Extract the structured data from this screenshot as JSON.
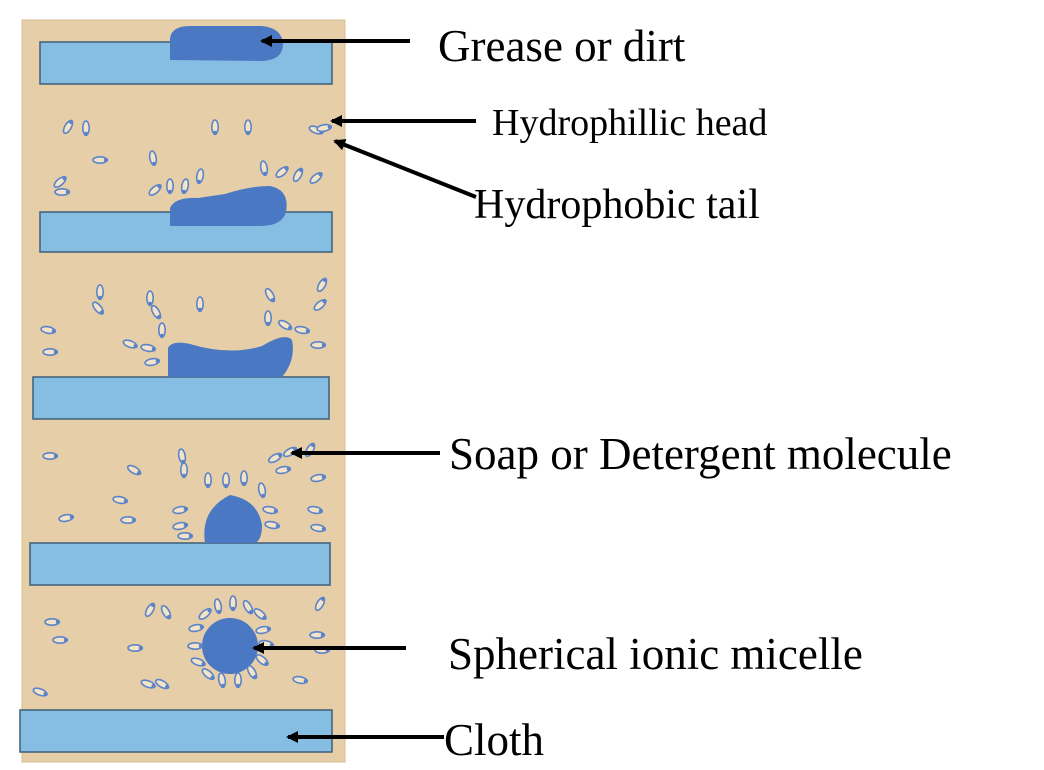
{
  "colors": {
    "panel": "#e6cfa8",
    "panel_edge": "#d8bd92",
    "cloth": "#86bde3",
    "cloth_edge": "#3f5f78",
    "grease": "#4a78c2",
    "molecule": "#5b83c9",
    "arrow": "#000000",
    "text": "#000000"
  },
  "labels": {
    "grease": "Grease or dirt",
    "hydrophilic_head": "Hydrophillic head",
    "hydrophobic_tail": "Hydrophobic tail",
    "soap_molecule": "Soap or Detergent molecule",
    "micelle": "Spherical ionic micelle",
    "cloth": "Cloth"
  },
  "stages": [
    {
      "id": "stage-1",
      "description_shown": false
    },
    {
      "id": "stage-2",
      "description_shown": false
    },
    {
      "id": "stage-3",
      "description_shown": false
    },
    {
      "id": "stage-4",
      "description_shown": false
    },
    {
      "id": "stage-5",
      "description_shown": false
    }
  ]
}
